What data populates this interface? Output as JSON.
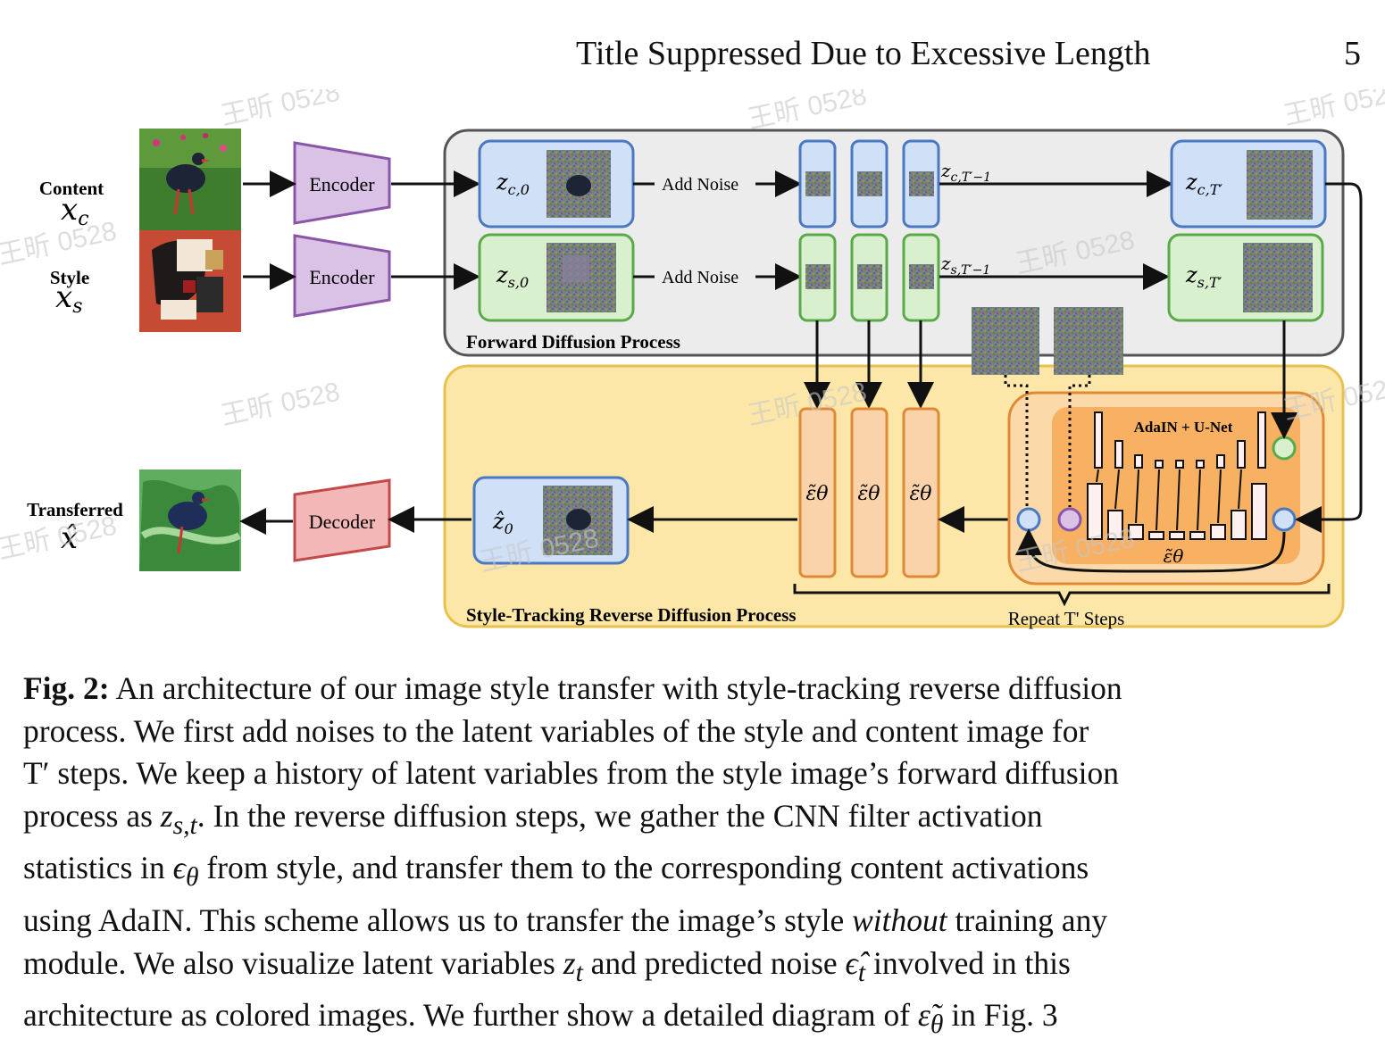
{
  "header": {
    "title": "Title Suppressed Due to Excessive Length",
    "page_number": "5"
  },
  "figure": {
    "inputs": {
      "content_label": "Content",
      "content_symbol": "x",
      "style_label": "Style",
      "style_symbol": "x",
      "output_label": "Transferred",
      "output_symbol": "x̂"
    },
    "encoder_label": "Encoder",
    "decoder_label": "Decoder",
    "add_noise_label": "Add Noise",
    "forward_label": "Forward Diffusion Process",
    "reverse_label": "Style-Tracking Reverse Diffusion Process",
    "repeat_label": "Repeat T' Steps",
    "unet_label": "AdaIN + U-Net",
    "eps_label": "ε̃θ",
    "latents": {
      "zc0": "z",
      "zc0_sub": "c,0",
      "zs0": "z",
      "zs0_sub": "s,0",
      "zcT1": "z",
      "zcT1_sub": "c,T′−1",
      "zsT1": "z",
      "zsT1_sub": "s,T′−1",
      "zcT": "z",
      "zcT_sub": "c,T′",
      "zsT": "z",
      "zsT_sub": "s,T′",
      "zhat0": "ẑ",
      "zhat0_sub": "0"
    },
    "colors": {
      "encoder": "#d9c2e6",
      "decoder": "#f4b7b7",
      "content": "#cfe0f7",
      "style": "#d9f0cf",
      "forward_bg": "#ececec",
      "reverse_bg": "#fde7a8",
      "eps": "#fbd3ab"
    }
  },
  "caption": {
    "label": "Fig. 2:",
    "l1": "An architecture of our image style transfer with style-tracking reverse diffusion",
    "l2": "process. We first add noises to the latent variables of the style and content image for",
    "l3a": "T′ steps. We keep a history of latent variables from the style image’s forward diffusion",
    "l4a": "process as ",
    "l4m": "z",
    "l4sub": "s,t",
    "l4b": ". In the reverse diffusion steps, we gather the CNN filter activation",
    "l5a": "statistics in ",
    "l5m": "ϵ",
    "l5sub": "θ",
    "l5b": " from style, and transfer them to the corresponding content activations",
    "l6a": "using AdaIN. This scheme allows us to transfer the image’s style ",
    "l6i": "without",
    "l6b": " training any",
    "l7a": "module. We also visualize latent variables ",
    "l7m": "z",
    "l7sub": "t",
    "l7b": " and predicted noise ",
    "l7m2": "ϵ̂",
    "l7sub2": "t",
    "l7c": " involved in this",
    "l8a": "architecture as colored images. We further show a detailed diagram of ",
    "l8m": "ε̃",
    "l8sub": "θ",
    "l8b": " in Fig. 3"
  },
  "watermark": "王昕 0528"
}
